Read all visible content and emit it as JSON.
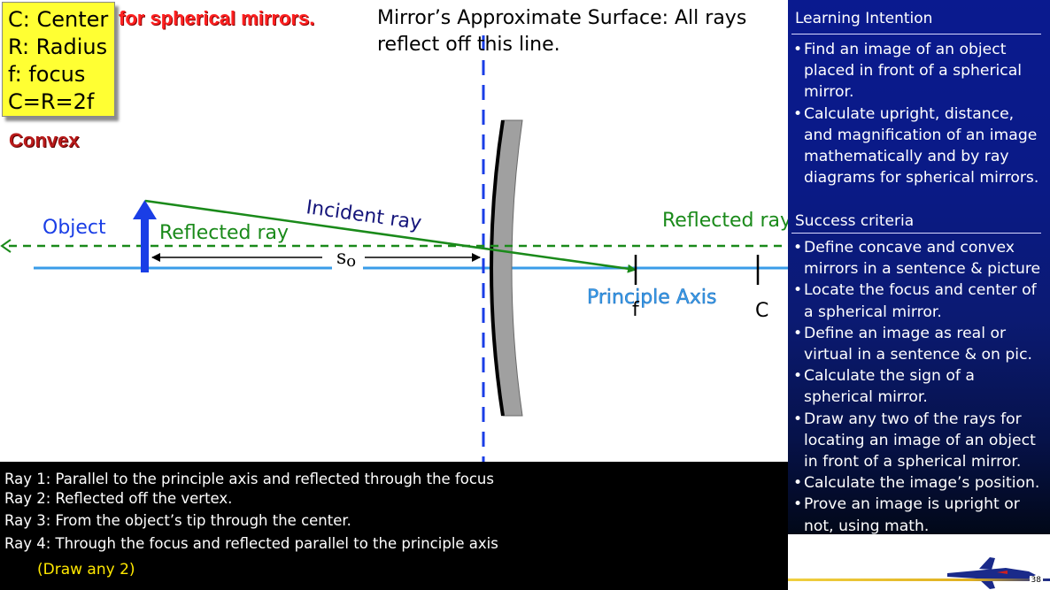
{
  "legend": {
    "lines": [
      "C: Center",
      "R: Radius",
      "f: focus",
      "C=R=2f"
    ]
  },
  "title_fragment": "for spherical mirrors.",
  "mirror_type_label": "Convex",
  "mirror_note": "Mirror’s  Approximate Surface: All rays reflect off this line.",
  "diagram": {
    "object_label": "Object",
    "reflected_ray_label_left": "Reflected ray",
    "reflected_ray_label_right": "Reflected ray",
    "incident_ray_label": "Incident ray",
    "distance_label": "s",
    "distance_subscript": "o",
    "principle_axis_label": "Principle Axis",
    "focus_label": "f",
    "center_label": "C",
    "colors": {
      "blue_label": "#1a3ee6",
      "green": "#1a8a1a",
      "navy": "#14147a",
      "axis": "#3a9ce8",
      "mirror_fill": "#a0a0a0"
    }
  },
  "rays": [
    "Ray 1: Parallel to the principle axis and reflected through the focus",
    "Ray 2: Reflected off the vertex.",
    "Ray 3: From the object’s tip through the center.",
    "Ray 4: Through the focus and reflected parallel to the principle axis"
  ],
  "draw_any_note": "(Draw any 2)",
  "side_panel": {
    "learning_heading": "Learning Intention",
    "learning_items": [
      "Find an image of an object placed in front of a spherical mirror.",
      "Calculate upright, distance, and magnification of an image mathematically and by ray diagrams for spherical mirrors."
    ],
    "success_heading": "Success criteria",
    "success_items": [
      "Define concave and convex mirrors in a sentence & picture",
      "Locate the focus and center of a spherical mirror.",
      "Define an image as real or virtual in a sentence & on pic.",
      "Calculate the sign of a spherical mirror.",
      "Draw any two of the rays for locating an image of an object in front of a spherical mirror.",
      "Calculate the image’s position.",
      "Prove an image is upright or not, using math."
    ]
  },
  "page_number": "38"
}
